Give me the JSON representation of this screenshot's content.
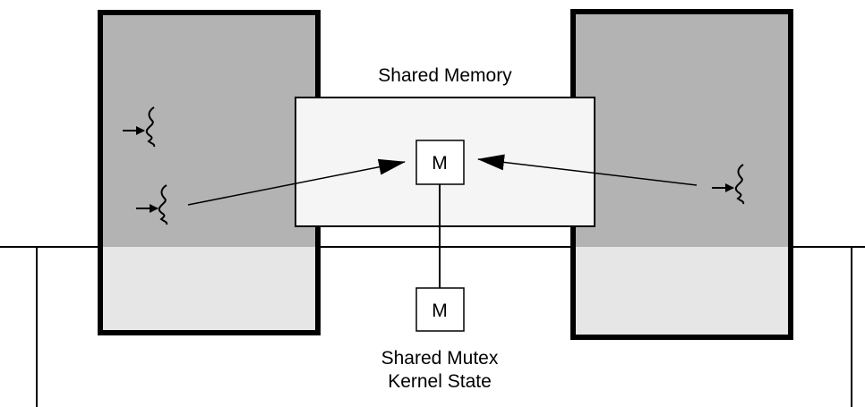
{
  "labels": {
    "shared_memory": "Shared Memory",
    "mutex_top": "M",
    "mutex_bottom": "M",
    "kernel_line1": "Shared Mutex",
    "kernel_line2": "Kernel State"
  },
  "icons": {
    "thread": "thread-arrow-squiggle"
  },
  "colors": {
    "process_user_fill": "#b3b3b3",
    "process_kernel_fill": "#e6e6e6",
    "shared_memory_fill": "#f5f5f5",
    "stroke": "#000000"
  }
}
